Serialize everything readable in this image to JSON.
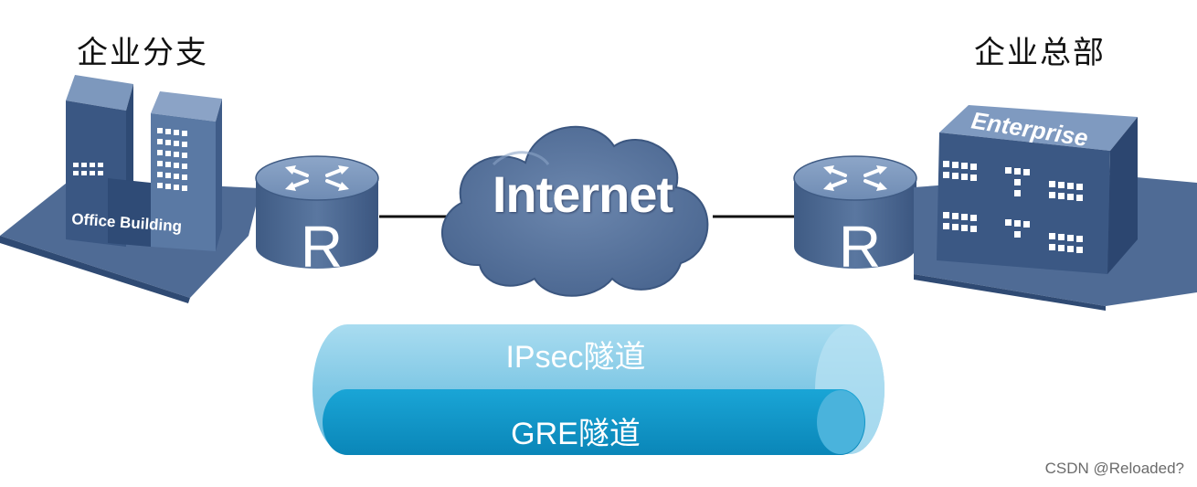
{
  "branch": {
    "title": "企业分支",
    "building_label": "Office Building"
  },
  "headquarters": {
    "title": "企业总部",
    "building_label": "Enterprise"
  },
  "network": {
    "cloud_label": "Internet",
    "router_letter": "R"
  },
  "tunnels": {
    "outer_label": "IPsec隧道",
    "inner_label": "GRE隧道"
  },
  "watermark": "CSDN @Reloaded?",
  "colors": {
    "node_blue": "#4d6a94",
    "dark_blue": "#2e4a74",
    "ipsec_cyan": "#85cbe6",
    "gre_blue": "#0f97c9"
  }
}
